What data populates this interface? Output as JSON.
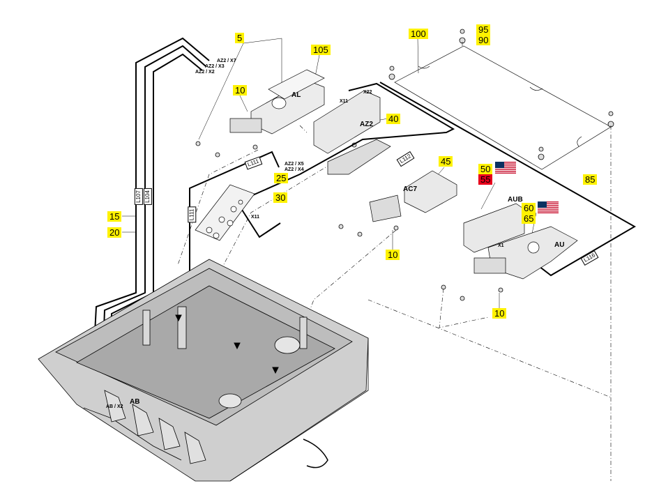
{
  "callouts": {
    "c5": "5",
    "c10a": "10",
    "c105": "105",
    "c100": "100",
    "c95": "95",
    "c90": "90",
    "c40": "40",
    "c45": "45",
    "c25": "25",
    "c30": "30",
    "c50": "50",
    "c55": "55",
    "c60": "60",
    "c65": "65",
    "c85": "85",
    "c15": "15",
    "c20": "20",
    "c10b": "10",
    "c10c": "10"
  },
  "part_labels": {
    "al": "AL",
    "az2": "AZ2",
    "ac7": "AC7",
    "aub": "AUB",
    "au": "AU",
    "ab": "AB"
  },
  "wire_labels": {
    "az2_x7": "AZ2 / X7",
    "az2_x3": "AZ2 / X3",
    "az2_x2": "AZ2 / X2",
    "az2_x5": "AZ2 / X5",
    "az2_x4": "AZ2 / X4",
    "ab_x2": "AB / X2",
    "x22": "X22",
    "x11a": "X11",
    "x11b": "X11",
    "x1": "X1"
  },
  "cable_labels": {
    "l107": "L107",
    "l104": "L104",
    "l111a": "L111",
    "l111b": "L111",
    "l112": "L112",
    "l116": "L116"
  },
  "colors": {
    "highlight": "#fff200",
    "alert": "#e8001c",
    "housing": "#cfcfcf",
    "board": "#e9e9e9"
  },
  "flags": [
    "us-flag-icon",
    "us-flag-icon"
  ]
}
